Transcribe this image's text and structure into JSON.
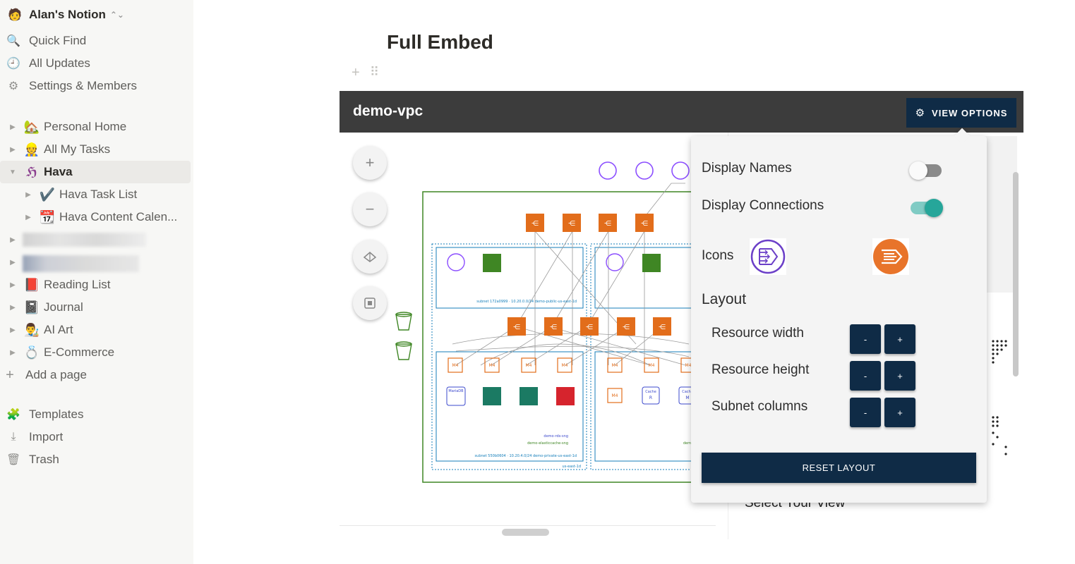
{
  "sidebar": {
    "workspace": {
      "name": "Alan's Notion",
      "avatar": "🧑",
      "switch": "⌃⌄"
    },
    "nav": [
      {
        "label": "Quick Find",
        "icon": "🔍"
      },
      {
        "label": "All Updates",
        "icon": "🕘"
      },
      {
        "label": "Settings & Members",
        "icon": "⚙"
      }
    ],
    "pages": [
      {
        "label": "Personal Home",
        "emoji": "🏡",
        "toggle": "▶"
      },
      {
        "label": "All My Tasks",
        "emoji": "👷",
        "toggle": "▶"
      },
      {
        "label": "Hava",
        "emoji": "ℌ",
        "toggle": "▼"
      },
      {
        "label": "Hava Task List",
        "emoji": "✔️",
        "toggle": "▶"
      },
      {
        "label": "Hava Content Calen...",
        "emoji": "📆",
        "toggle": "▶"
      },
      {
        "label": "",
        "emoji": "",
        "toggle": "▶"
      },
      {
        "label": "",
        "emoji": "",
        "toggle": "▶"
      },
      {
        "label": "Reading List",
        "emoji": "📕",
        "toggle": "▶"
      },
      {
        "label": "Journal",
        "emoji": "📓",
        "toggle": "▶"
      },
      {
        "label": "AI Art",
        "emoji": "👨‍🎨",
        "toggle": "▶"
      },
      {
        "label": "E-Commerce",
        "emoji": "💍",
        "toggle": "▶"
      }
    ],
    "add_page": {
      "label": "Add a page",
      "icon": "+"
    },
    "footer": [
      {
        "label": "Templates",
        "icon": "🧩"
      },
      {
        "label": "Import",
        "icon": "⤓"
      },
      {
        "label": "Trash",
        "icon": "🗑"
      }
    ]
  },
  "page": {
    "title": "Full Embed",
    "add_icon": "+",
    "drag_icon": "⠿"
  },
  "embed": {
    "title": "demo-vpc",
    "view_options_label": "VIEW OPTIONS",
    "view_options_icon": "⚙",
    "zoom_in": "+",
    "zoom_out": "−",
    "select_view": "Select Your View",
    "diagram": {
      "subnet_public": "subnet 172a0999 · 10.20.0.0/24 demo-public-us-east-1d",
      "subnet_private": "subnet 550b0604 · 10.20.4.0/24 demo-private-us-east-1d",
      "rds_sg": "demo-rds-sng",
      "cache_sg": "demo-elasticcache-sng",
      "az": "us-east-1d",
      "instance_label": "M4",
      "db_label": "MariaDB",
      "cache_label": "Cache",
      "cache_r": "R",
      "cache_m": "M",
      "partial_label": "dem"
    },
    "colors": {
      "aws_orange": "#e26d1b",
      "aws_green": "#3f8624",
      "aws_purple": "#8c4fff",
      "aws_teal": "#1b7a63",
      "aws_red": "#d6242d",
      "vpc_border": "#3f8624",
      "subnet_border": "#147eba",
      "navy": "#0f2b46"
    }
  },
  "view_options": {
    "display_names": {
      "label": "Display Names",
      "on": false
    },
    "display_connections": {
      "label": "Display Connections",
      "on": true
    },
    "icons_label": "Icons",
    "layout_label": "Layout",
    "resource_width": "Resource width",
    "resource_height": "Resource height",
    "subnet_columns": "Subnet columns",
    "minus": "-",
    "plus": "+",
    "reset_label": "RESET LAYOUT"
  }
}
